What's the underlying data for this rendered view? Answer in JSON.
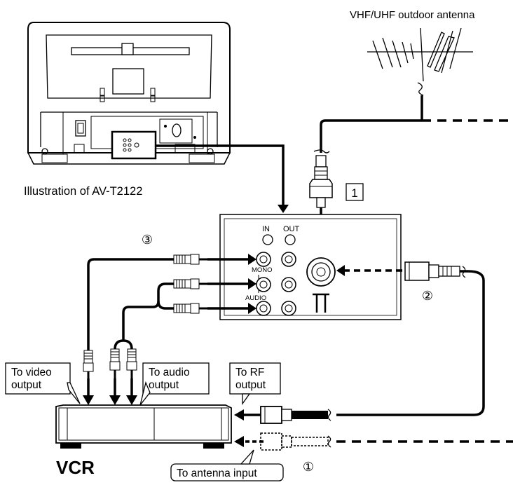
{
  "labels": {
    "antenna": "VHF/UHF outdoor antenna",
    "illustration": "Illustration of AV-T2122",
    "vcr": "VCR",
    "to_video_output": [
      "To video",
      "output"
    ],
    "to_audio_output": [
      "To audio",
      "output"
    ],
    "to_rf_output": [
      "To RF",
      "output"
    ],
    "to_antenna_input": "To antenna input"
  },
  "panel": {
    "in_label": "IN",
    "out_label": "OUT",
    "mono_label": "MONO",
    "audio_label": "AUDIO"
  },
  "steps": {
    "step1_box": "1",
    "step1_circle": "①",
    "step2": "②",
    "step3": "③"
  }
}
